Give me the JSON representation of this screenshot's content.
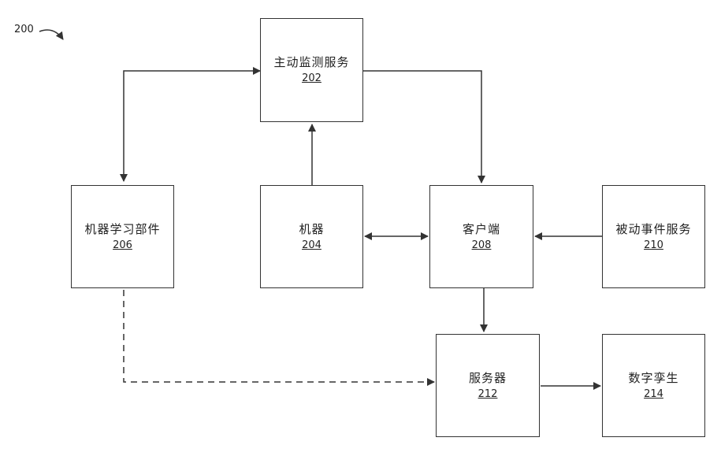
{
  "figure_label": "200",
  "boxes": {
    "active_monitor": {
      "name": "主动监测服务",
      "number": "202"
    },
    "machine": {
      "name": "机器",
      "number": "204"
    },
    "ml_component": {
      "name": "机器学习部件",
      "number": "206"
    },
    "client": {
      "name": "客户端",
      "number": "208"
    },
    "passive_event": {
      "name": "被动事件服务",
      "number": "210"
    },
    "server": {
      "name": "服务器",
      "number": "212"
    },
    "digital_twin": {
      "name": "数字孪生",
      "number": "214"
    }
  },
  "connections": [
    {
      "from": "ml_component",
      "to": "active_monitor",
      "style": "solid",
      "arrows": "both"
    },
    {
      "from": "active_monitor",
      "to": "client",
      "style": "solid",
      "arrows": "end"
    },
    {
      "from": "machine",
      "to": "active_monitor",
      "style": "solid",
      "arrows": "end"
    },
    {
      "from": "machine",
      "to": "client",
      "style": "solid",
      "arrows": "both"
    },
    {
      "from": "passive_event",
      "to": "client",
      "style": "solid",
      "arrows": "end"
    },
    {
      "from": "client",
      "to": "server",
      "style": "solid",
      "arrows": "end"
    },
    {
      "from": "ml_component",
      "to": "server",
      "style": "dashed",
      "arrows": "end"
    },
    {
      "from": "server",
      "to": "digital_twin",
      "style": "solid",
      "arrows": "end"
    }
  ]
}
